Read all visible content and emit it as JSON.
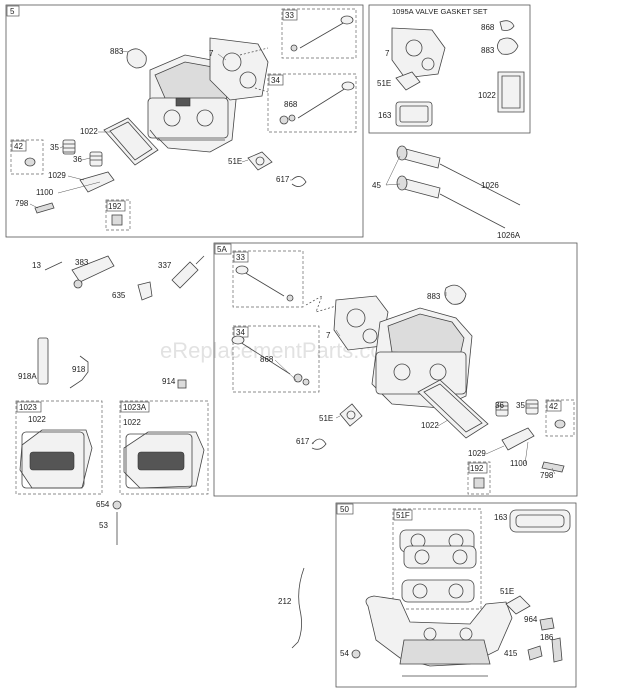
{
  "watermark": "eReplacementParts.com",
  "sections": {
    "head1": {
      "id": "5"
    },
    "gasket_set": {
      "title": "1095A VALVE GASKET SET"
    },
    "head2": {
      "id": "5A"
    },
    "manifold": {
      "id": "50"
    }
  },
  "sub_boxes": {
    "b33a": "33",
    "b34a": "34",
    "b42a": "42",
    "b192a": "192",
    "b33b": "33",
    "b34b": "34",
    "b42b": "42",
    "b192b": "192",
    "b1023": "1023",
    "b1023A": "1023A",
    "b51F": "51F"
  },
  "labels": {
    "p883a": "883",
    "p7a": "7",
    "p1022a": "1022",
    "p35a": "35",
    "p36a": "36",
    "p1029a": "1029",
    "p1100a": "1100",
    "p798a": "798",
    "p51Ea": "51E",
    "p617a": "617",
    "p868a": "868",
    "g7": "7",
    "g868": "868",
    "g883": "883",
    "g51E": "51E",
    "g1022": "1022",
    "g163": "163",
    "p45": "45",
    "p1026": "1026",
    "p1026A": "1026A",
    "p13": "13",
    "p383": "383",
    "p337": "337",
    "p635": "635",
    "p868b": "868",
    "p7b": "7",
    "p883b": "883",
    "p51Eb": "51E",
    "p617b": "617",
    "p1022b": "1022",
    "p36b": "36",
    "p35b": "35",
    "p1029b": "1029",
    "p1100b": "1100",
    "p798b": "798",
    "p918A": "918A",
    "p918": "918",
    "p914": "914",
    "p1022c": "1022",
    "p1022d": "1022",
    "p654": "654",
    "p53": "53",
    "p212": "212",
    "p163m": "163",
    "p51Em": "51E",
    "p964": "964",
    "p186": "186",
    "p415": "415",
    "p54": "54"
  }
}
